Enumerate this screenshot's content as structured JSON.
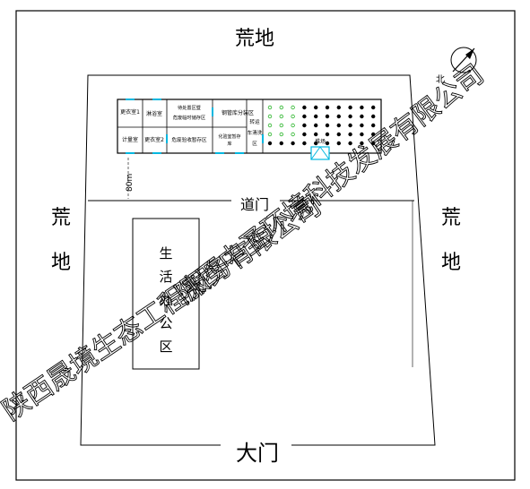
{
  "labels": {
    "wasteland_top": "荒地",
    "wasteland_left": "荒地",
    "wasteland_right": "荒地",
    "north": "北",
    "road_gate": "道门",
    "main_gate": "大门",
    "dim_mark": "80m",
    "office_area": "生活办公区",
    "rooms": {
      "changing_1": "更衣室1",
      "changing_2": "更衣室2",
      "wash_room": "淋浴室",
      "metering_room": "计量室",
      "waiting_area": "待处置区暨危废临时储存区",
      "acceptance_area": "危废验收暂存区",
      "sampling_area": "钢管库分装区",
      "lab": "化验室暂存库",
      "transfer_area": "转运车清洗区",
      "storage_yard": "堆场"
    }
  },
  "watermark": {
    "line1": "陕西晟境生态工程服务有限公司",
    "line2": "陕西中圣环境科技发展有限公司"
  }
}
